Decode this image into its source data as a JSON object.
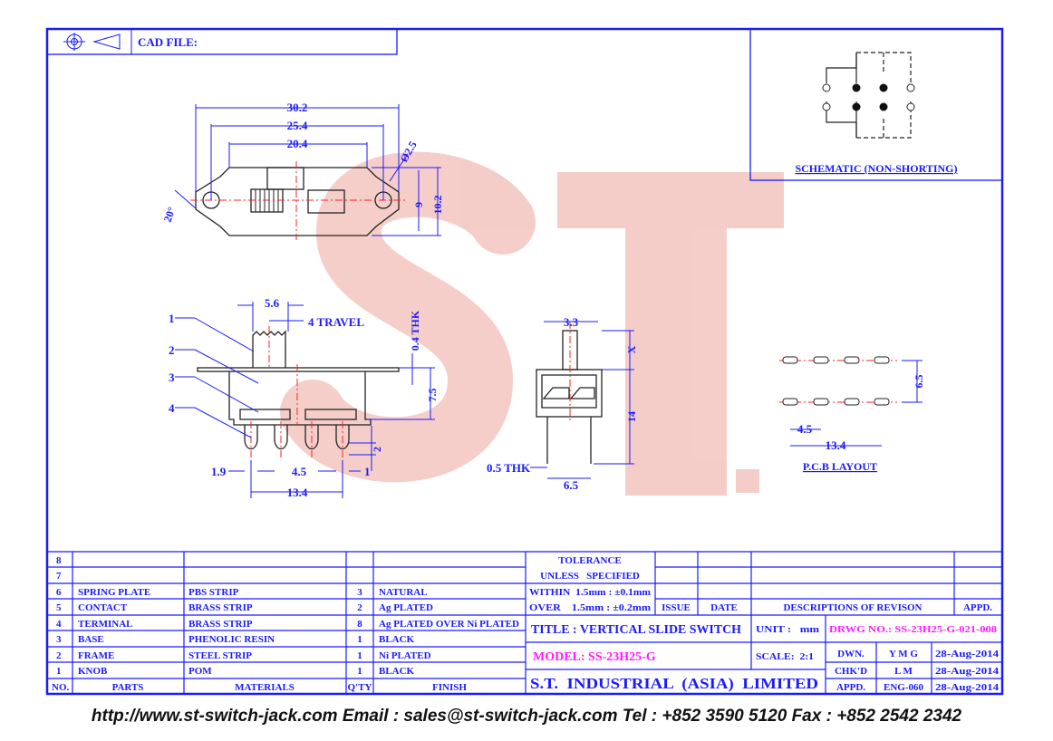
{
  "header": {
    "cad_file_label": "CAD FILE:"
  },
  "schematic": {
    "caption": "SCHEMATIC (NON-SHORTING)"
  },
  "top_view": {
    "dims": [
      "30.2",
      "25.4",
      "20.4",
      "Ø2.5",
      "9",
      "10.2",
      "20°"
    ]
  },
  "side_view": {
    "dims": [
      "5.6",
      "4 TRAVEL",
      "0.4 THK",
      "7.5",
      "2",
      "1.9",
      "4.5",
      "1",
      "13.4"
    ],
    "callouts": [
      "1",
      "2",
      "3",
      "4"
    ]
  },
  "end_view": {
    "dims": [
      "3.3",
      "X",
      "14",
      "0.5 THK",
      "6.5"
    ]
  },
  "pcb_layout": {
    "dims": [
      "6.5",
      "4.5",
      "13.4"
    ],
    "caption": "P.C.B LAYOUT"
  },
  "watermark": "S.T",
  "parts_table": {
    "headers": [
      "NO.",
      "PARTS",
      "MATERIALS",
      "Q'TY",
      "FINISH"
    ],
    "rows": [
      [
        "8",
        "",
        "",
        "",
        ""
      ],
      [
        "7",
        "",
        "",
        "",
        ""
      ],
      [
        "6",
        "SPRING PLATE",
        "PBS STRIP",
        "3",
        "NATURAL"
      ],
      [
        "5",
        "CONTACT",
        "BRASS STRIP",
        "2",
        "Ag PLATED"
      ],
      [
        "4",
        "TERMINAL",
        "BRASS STRIP",
        "8",
        "Ag PLATED OVER Ni PLATED"
      ],
      [
        "3",
        "BASE",
        "PHENOLIC RESIN",
        "1",
        "BLACK"
      ],
      [
        "2",
        "FRAME",
        "STEEL STRIP",
        "1",
        "Ni PLATED"
      ],
      [
        "1",
        "KNOB",
        "POM",
        "1",
        "BLACK"
      ]
    ]
  },
  "title_block": {
    "tolerance_title": "TOLERANCE",
    "tolerance_sub": "UNLESS   SPECIFIED",
    "within": "WITHIN  1.5mm : ±0.1mm",
    "over": "OVER    1.5mm : ±0.2mm",
    "rev_headers": [
      "ISSUE",
      "DATE",
      "DESCRIPTIONS OF REVISON",
      "APPD."
    ],
    "title": "TITLE : VERTICAL SLIDE SWITCH",
    "unit": "UNIT :   mm",
    "drawing_no": "DRWG NO.: SS-23H25-G-021-008",
    "model": "MODEL: SS-23H25-G",
    "scale": "SCALE:  2:1",
    "company": "S.T.  INDUSTRIAL  (ASIA)  LIMITED",
    "signoff": [
      {
        "role": "DWN.",
        "name": "Y M G",
        "date": "28-Aug-2014"
      },
      {
        "role": "CHK'D",
        "name": "L M",
        "date": "28-Aug-2014"
      },
      {
        "role": "APPD.",
        "name": "ENG-060",
        "date": "28-Aug-2014"
      }
    ]
  },
  "footer": "http://www.st-switch-jack.com  Email : sales@st-switch-jack.com  Tel : +852 3590 5120  Fax : +852 2542 2342",
  "colors": {
    "line": "#1a1aff",
    "accent": "#ff1aff",
    "centerline": "#ff2020",
    "watermark": "#f2a7a0"
  }
}
